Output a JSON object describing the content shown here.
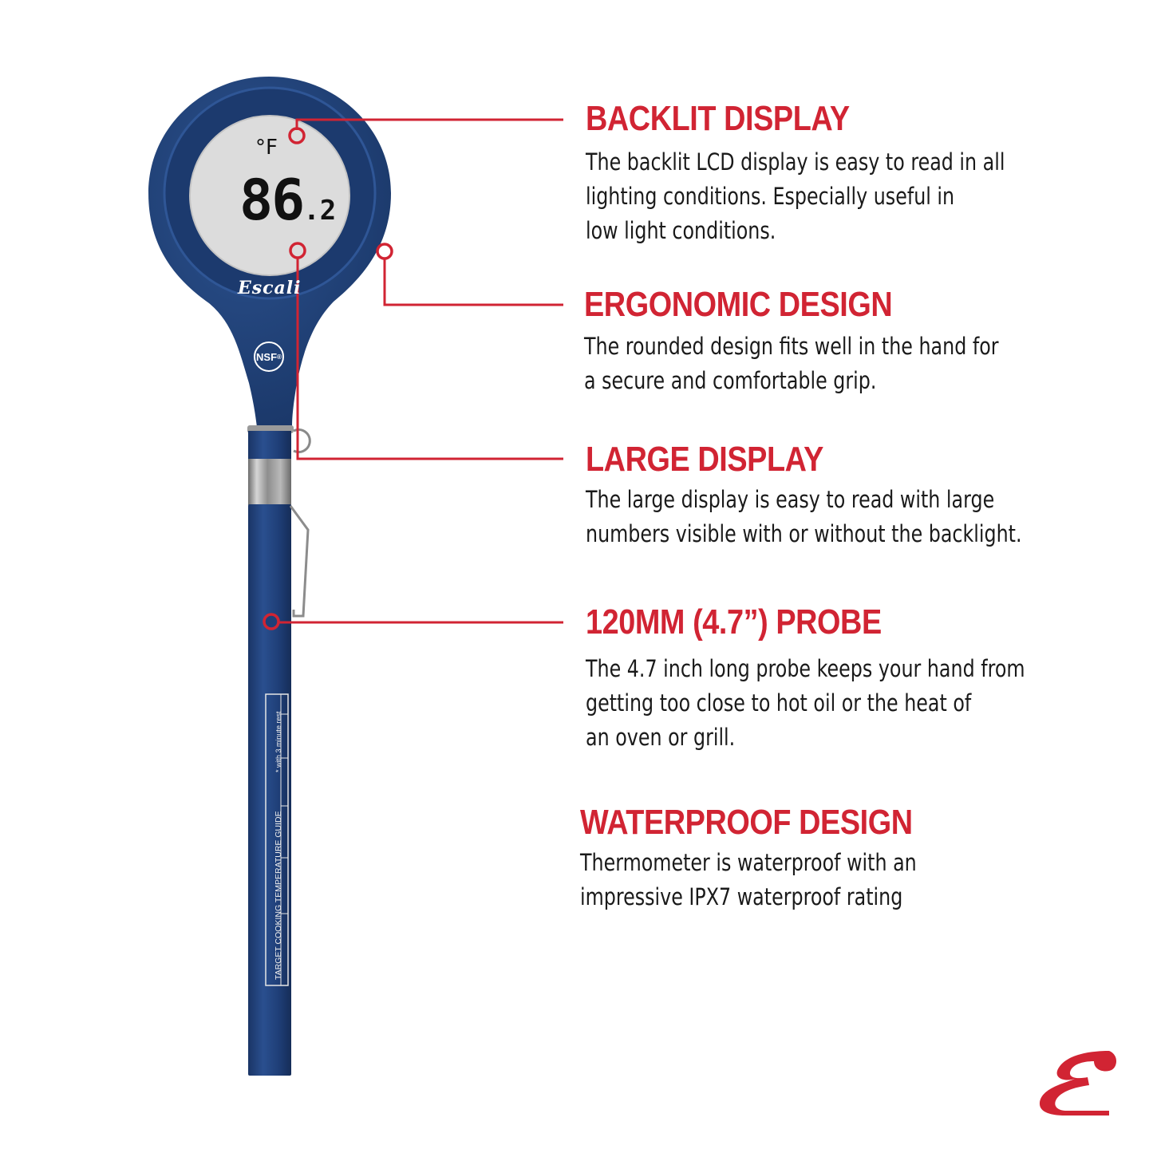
{
  "colors": {
    "accent_red": "#d12433",
    "body_blue": "#1e3f78",
    "body_blue_dark": "#162f5c",
    "lcd_bg": "#dcdcdc",
    "text": "#1a1a1a"
  },
  "thermometer": {
    "brand": "Escali",
    "unit": "°F",
    "reading_main": "86",
    "reading_decimal": ".2",
    "badge": "NSF",
    "badge_mark": "®",
    "probe_label_title": "TARGET COOKING TEMPERATURE GUIDE",
    "probe_label_note": "* with 3 minute rest"
  },
  "features": [
    {
      "title": "BACKLIT DISPLAY",
      "description": "The backlit LCD display is easy to read in all\nlighting conditions.  Especially useful in\nlow light conditions."
    },
    {
      "title": "ERGONOMIC DESIGN",
      "description": "The rounded design fits well in the hand for\na secure and comfortable grip."
    },
    {
      "title": "LARGE DISPLAY",
      "description": "The large display is easy to read with large\nnumbers visible with or without the backlight."
    },
    {
      "title": "120MM (4.7”) PROBE",
      "description": "The 4.7 inch long probe keeps your hand from\ngetting too close to hot oil or the heat of\nan oven or grill."
    },
    {
      "title": "WATERPROOF DESIGN",
      "description": "Thermometer is waterproof with an\nimpressive IPX7 waterproof rating"
    }
  ],
  "logo": {
    "letter": "E",
    "icon": "escali-e-logo-icon"
  }
}
